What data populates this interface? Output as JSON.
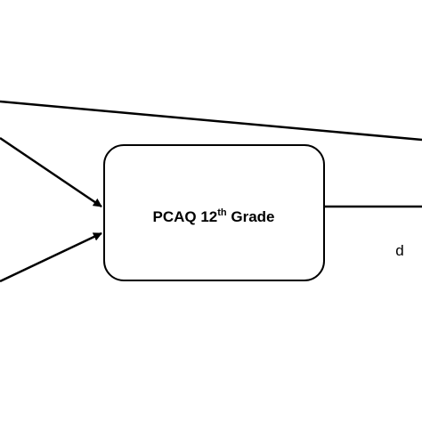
{
  "diagram": {
    "node": {
      "label_main": "PCAQ 12",
      "label_sup": "th",
      "label_rest": " Grade"
    },
    "path_label": "d",
    "colors": {
      "stroke": "#000000",
      "node_fill": "#ffffff",
      "background": "#ffffff"
    }
  }
}
